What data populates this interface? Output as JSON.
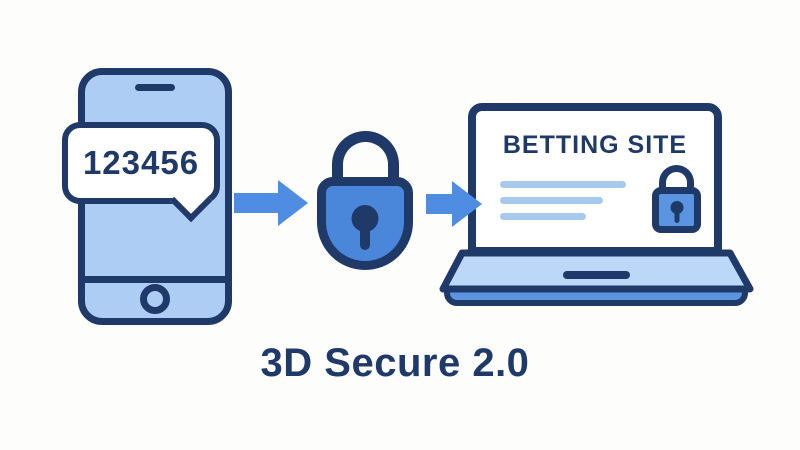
{
  "caption": {
    "text": "3D Secure 2.0"
  },
  "phone": {
    "sms": {
      "code": "123456"
    }
  },
  "laptop": {
    "site_name": "BETTING SITE",
    "content_lines": 3
  },
  "icons": [
    "smartphone-icon",
    "sms-bubble-icon",
    "arrow-right-icon",
    "padlock-icon",
    "laptop-icon",
    "small-padlock-icon"
  ],
  "colors": {
    "background": "#fdfdfb",
    "navy_outline": "#1f3a68",
    "accent_blue": "#4e8de2",
    "lock_blue": "#4a87da",
    "light_blue_fill": "#aecdf5",
    "pale_blue_line": "#a6c9f0",
    "white": "#ffffff"
  }
}
